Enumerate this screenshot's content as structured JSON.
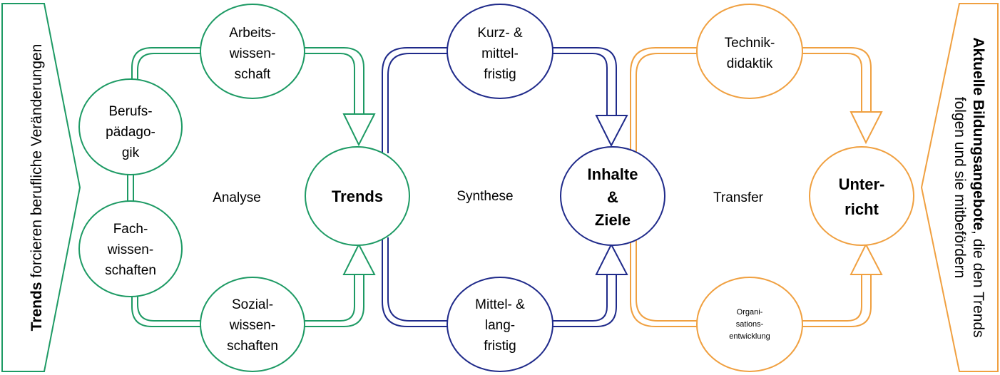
{
  "colors": {
    "analysis": "#1d9a64",
    "synthesis": "#1f2a8a",
    "transfer": "#f0a040",
    "text": "#000000"
  },
  "left_banner": {
    "bold": "Trends",
    "rest": " forcieren berufliche Veränderungen"
  },
  "right_banner": {
    "line1_bold": "Aktuelle Bildungsangebote",
    "line1_rest": ", die den Trends",
    "line2": "folgen und sie mitbefördern"
  },
  "phases": {
    "analysis": "Analyse",
    "synthesis": "Synthese",
    "transfer": "Transfer"
  },
  "nodes": {
    "berufspaedagogik": [
      "Berufs-",
      "pädago-",
      "gik"
    ],
    "fachwissenschaften": [
      "Fach-",
      "wissen-",
      "schaften"
    ],
    "arbeitswissenschaft": [
      "Arbeits-",
      "wissen-",
      "schaft"
    ],
    "sozialwissenschaften": [
      "Sozial-",
      "wissen-",
      "schaften"
    ],
    "trends": [
      "Trends"
    ],
    "kurz_mittelfristig": [
      "Kurz- &",
      "mittel-",
      "fristig"
    ],
    "mittel_langfristig": [
      "Mittel- &",
      "lang-",
      "fristig"
    ],
    "inhalte_ziele": [
      "Inhalte",
      "&",
      "Ziele"
    ],
    "technikdidaktik": [
      "Technik-",
      "didaktik"
    ],
    "organisationsentwicklung": [
      "Organi-",
      "sations-",
      "entwicklung"
    ],
    "unterricht": [
      "Unter-",
      "richt"
    ]
  }
}
